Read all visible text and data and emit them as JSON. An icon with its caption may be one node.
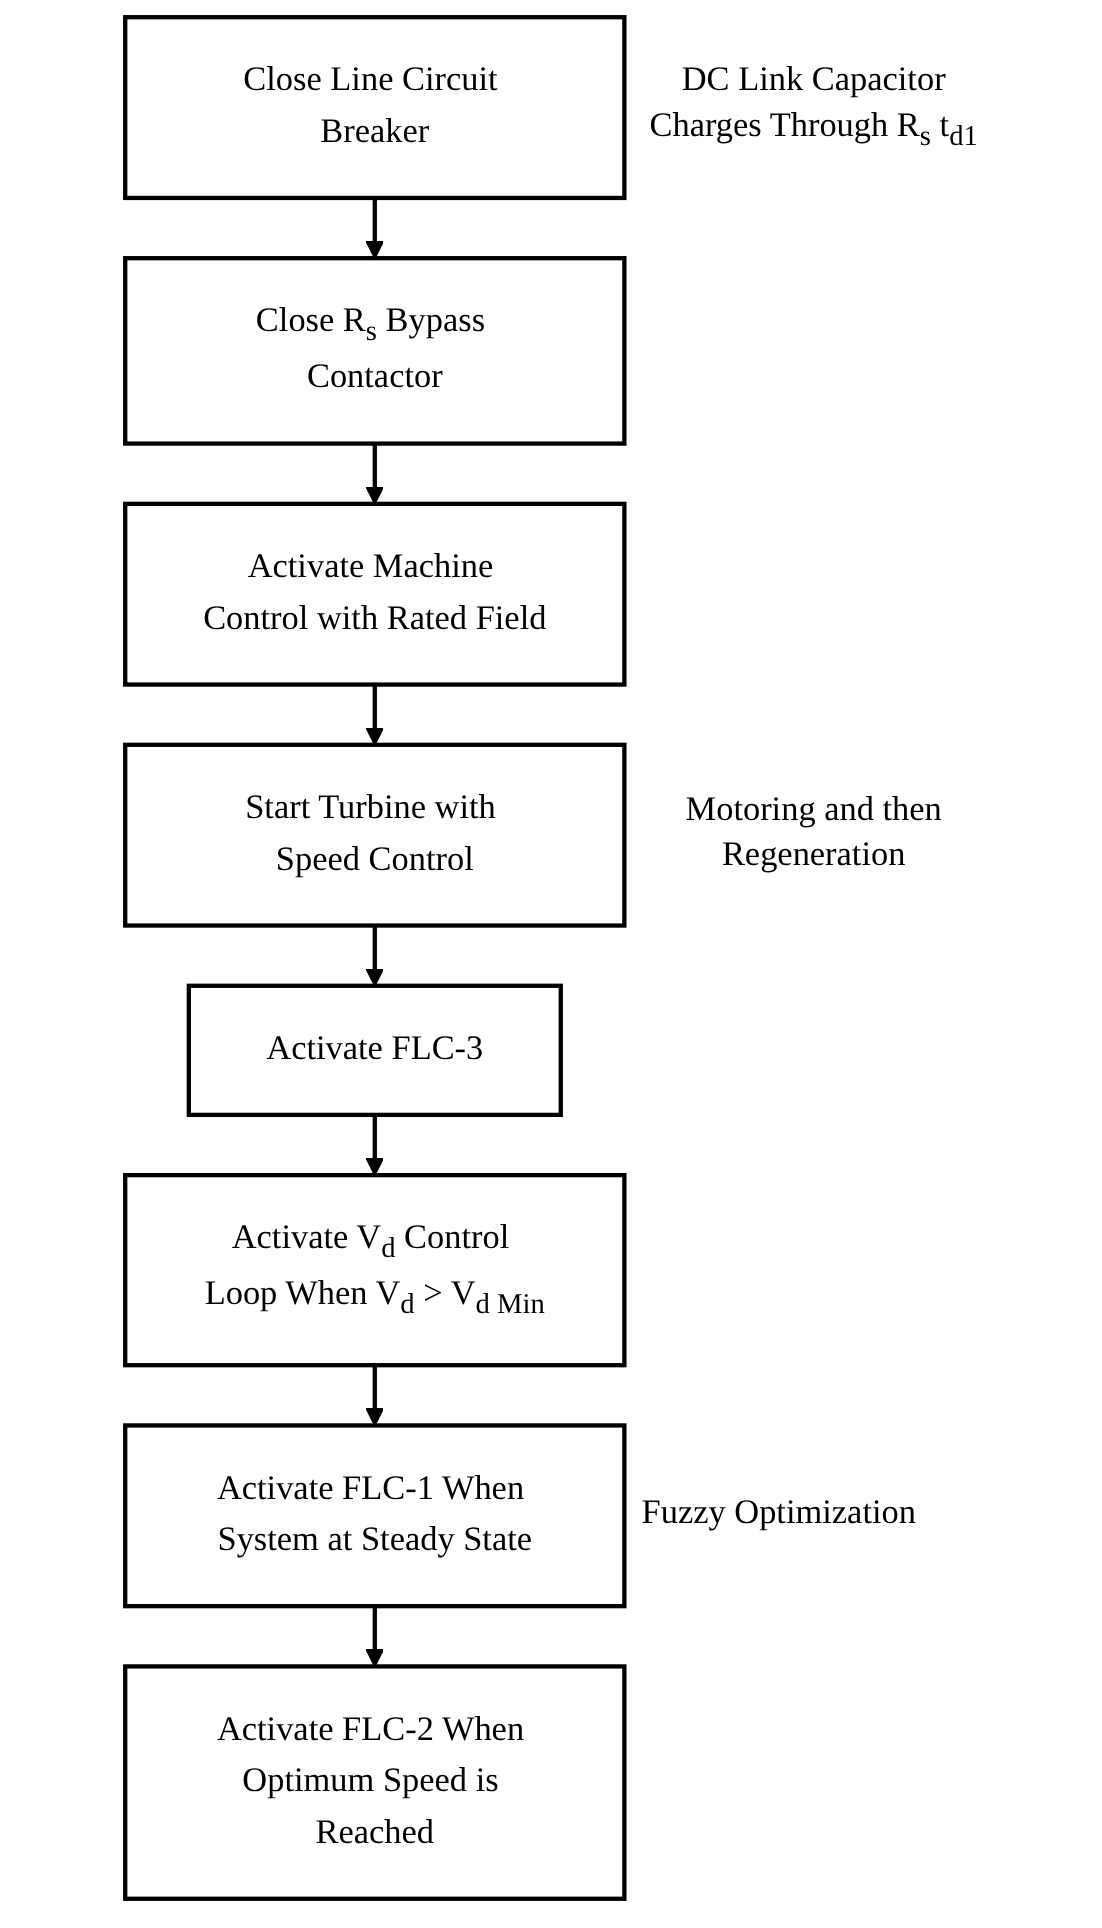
{
  "diagram": {
    "nodes": [
      {
        "text": [
          "Close Line Circuit Breaker"
        ],
        "beside": [
          "DC Link Capacitor Charges Through R$_{s}$ t$_{d1}$"
        ]
      },
      {
        "text": [
          "Close R$_{s}$ Bypass Contactor"
        ]
      },
      {
        "text": [
          "Activate Machine Control with Rated Field"
        ]
      },
      {
        "text": [
          "Start Turbine with Speed Control"
        ],
        "beside": [
          "Motoring and then Regeneration"
        ]
      },
      {
        "text": [
          "Activate FLC-3"
        ]
      },
      {
        "text": [
          "Activate V$_{d}$ Control Loop When V$_{d}$ > V$_{d Min}$"
        ]
      },
      {
        "text": [
          "Activate FLC-1 When System at Steady State"
        ],
        "beside": [
          "Fuzzy Optimization"
        ]
      },
      {
        "text": [
          "Activate FLC-2 When Optimum Speed is Reached"
        ]
      }
    ],
    "edges": [
      {
        "from": 0,
        "to": 1,
        "arrow": "to"
      },
      {
        "from": 1,
        "to": 2,
        "arrow": "to"
      },
      {
        "from": 2,
        "to": 3,
        "arrow": "to"
      },
      {
        "from": 3,
        "to": 4,
        "arrow": "to"
      },
      {
        "from": 4,
        "to": 5,
        "arrow": "to"
      },
      {
        "from": 5,
        "to": 6,
        "arrow": "to"
      },
      {
        "from": 6,
        "to": 7,
        "arrow": "to"
      }
    ]
  }
}
